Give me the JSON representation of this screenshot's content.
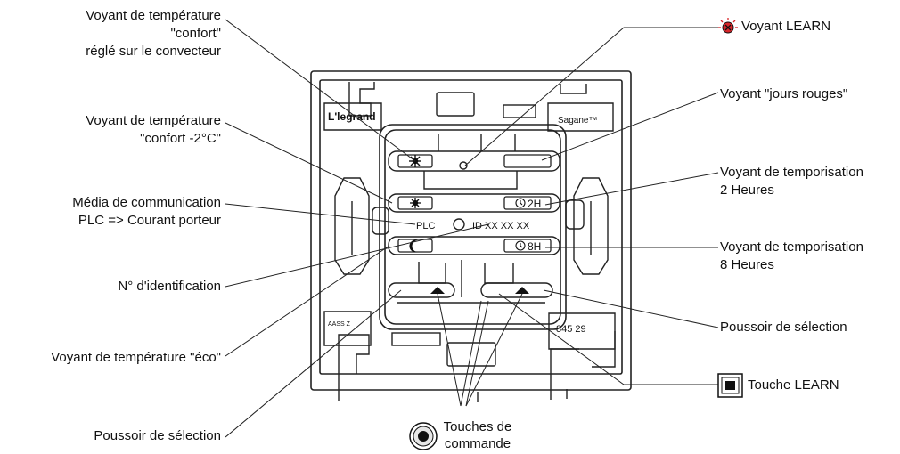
{
  "callouts": {
    "confort": [
      "Voyant de température",
      "\"confort\"",
      "réglé sur le convecteur"
    ],
    "confort_minus2": [
      "Voyant de température",
      "\"confort -2°C\""
    ],
    "media": [
      "Média de communication",
      "PLC => Courant porteur"
    ],
    "id_number": [
      "N° d'identification"
    ],
    "eco": [
      "Voyant de température \"éco\""
    ],
    "selection_left": [
      "Poussoir de sélection"
    ],
    "learn_led": [
      "Voyant LEARN"
    ],
    "red_days": [
      "Voyant \"jours rouges\""
    ],
    "timer_2h": [
      "Voyant de temporisation",
      "2 Heures"
    ],
    "timer_8h": [
      "Voyant de temporisation",
      "8 Heures"
    ],
    "selection_right": [
      "Poussoir de sélection"
    ],
    "learn_key": [
      "Touche LEARN"
    ],
    "command_keys": [
      "Touches de",
      "commande"
    ]
  },
  "device": {
    "brand": "L'legrand",
    "product": "Sagane™",
    "plc_label": "PLC",
    "id_label": "ID XX XX XX",
    "timer_2h_label": "2H",
    "timer_8h_label": "8H",
    "ref_left": "AASS Z",
    "ref_right": "845 29"
  },
  "colors": {
    "line": "#222222",
    "learn_led": "#d8262a"
  },
  "icons": {
    "sun": "sun-icon",
    "sun_small": "sun-small-icon",
    "moon": "moon-icon",
    "clock": "clock-icon",
    "arrow_up": "arrow-up-icon",
    "learn_led": "learn-led-icon",
    "learn_key": "learn-key-icon",
    "command_key": "command-key-icon"
  }
}
